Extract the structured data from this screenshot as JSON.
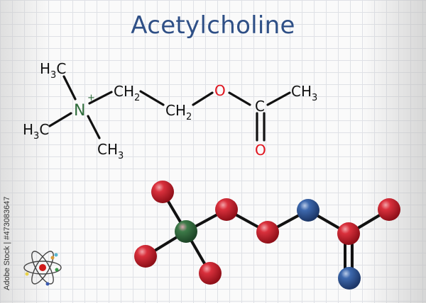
{
  "title": "Acetylcholine",
  "structural_formula": {
    "atoms": [
      {
        "id": "methyl_top",
        "label": "H",
        "sub": "3",
        "suffix": "C"
      },
      {
        "id": "methyl_left",
        "label": "H",
        "sub": "3",
        "suffix": "C"
      },
      {
        "id": "methyl_bottom",
        "label": "CH",
        "sub": "3"
      },
      {
        "id": "nitrogen",
        "label": "N",
        "charge": "+",
        "color": "#2e6b3a"
      },
      {
        "id": "ch2_a",
        "label": "CH",
        "sub": "2"
      },
      {
        "id": "ch2_b",
        "label": "CH",
        "sub": "2"
      },
      {
        "id": "ester_oxygen",
        "label": "O",
        "color": "#e0131d"
      },
      {
        "id": "carbonyl_carbon",
        "label": "C"
      },
      {
        "id": "acetyl_methyl",
        "label": "CH",
        "sub": "3"
      },
      {
        "id": "carbonyl_oxygen",
        "label": "O",
        "color": "#e0131d"
      }
    ]
  },
  "ball_and_stick": {
    "colors": {
      "carbon": "#c0202e",
      "nitrogen": "#2d6a3a",
      "oxygen": "#2f5a9c",
      "bond": "#111111"
    }
  },
  "watermark": {
    "stock_id": "Adobe Stock | #473083647"
  },
  "logo_icon": "atom-icon"
}
